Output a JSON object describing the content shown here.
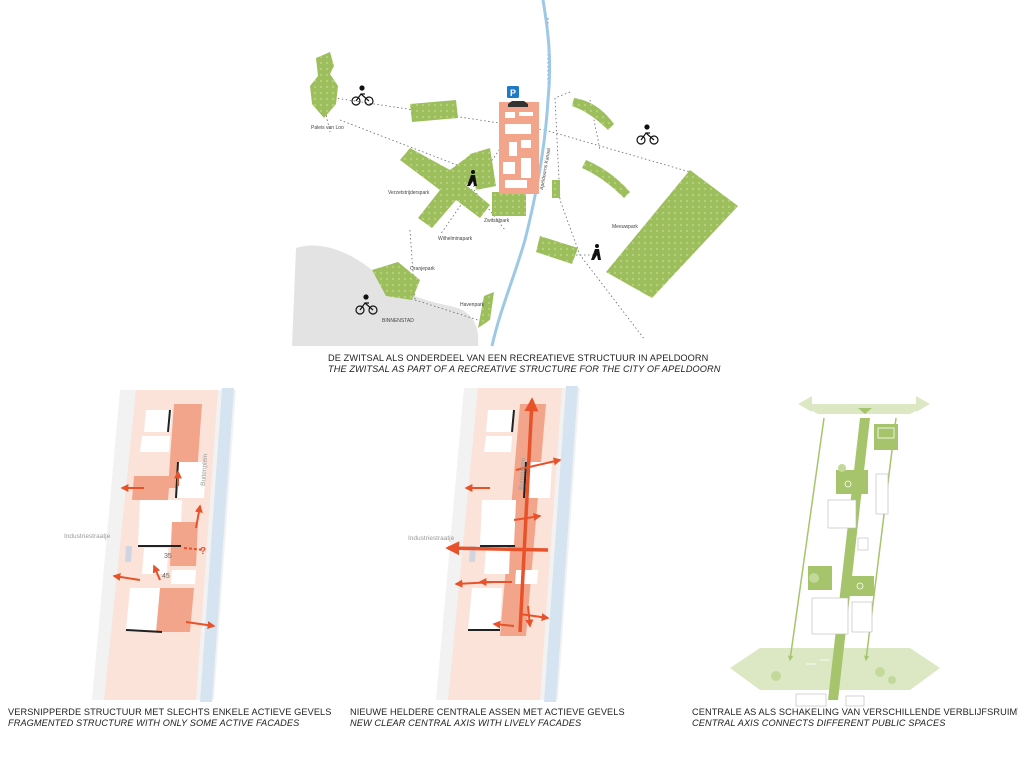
{
  "map": {
    "park_labels": {
      "paleis": "Paleis van Loo",
      "verzetstrijders": "Verzetstrijderspark",
      "wilhelmina": "Wilhelminapark",
      "oranje": "Oranjepark",
      "zwitsal": "Zwitsalpark",
      "havenpark": "Havenpark",
      "meeuwpark": "Meeuwpark",
      "kanaal": "Apeldoorns Kanaal",
      "binnenstad": "BINNENSTAD",
      "parking": "P"
    },
    "caption_nl": "DE ZWITSAL ALS ONDERDEEL VAN EEN RECREATIEVE STRUCTUUR IN APELDOORN",
    "caption_en": "THE ZWITSAL AS PART OF A RECREATIVE STRUCTURE FOR THE CITY OF APELDOORN"
  },
  "diagrams": [
    {
      "street": "Industriestraatje",
      "lane": "Buitenplein",
      "numbers": [
        "35",
        "45"
      ],
      "question": "?",
      "caption_nl": "VERSNIPPERDE STRUCTUUR MET SLECHTS ENKELE ACTIEVE GEVELS",
      "caption_en": "FRAGMENTED STRUCTURE WITH ONLY SOME ACTIVE FACADES"
    },
    {
      "street": "Industriestraatje",
      "lane": "Buitenplein",
      "caption_nl": "NIEUWE HELDERE  CENTRALE ASSEN MET ACTIEVE GEVELS",
      "caption_en": "NEW CLEAR CENTRAL AXIS WITH LIVELY FACADES"
    },
    {
      "caption_nl": "CENTRALE AS ALS SCHAKELING VAN VERSCHILLENDE VERBLIJFSRUIMTEN",
      "caption_en": "CENTRAL AXIS CONNECTS DIFFERENT PUBLIC SPACES"
    }
  ],
  "colors": {
    "park_green": "#9dbe5c",
    "site_salmon": "#f2a58a",
    "canal_blue": "#9ec9e6",
    "city_grey": "#e3e3e3",
    "diagram_pink": "#fbe3da",
    "arrow_orange": "#e8522a",
    "axis_green": "#a6c46b",
    "axis_light": "#dce8c4",
    "parking_blue": "#1e7ac4"
  },
  "icons": [
    "bicycle-icon",
    "pedestrian-icon",
    "parking-icon",
    "car-icon",
    "tree-icon",
    "bench-icon"
  ]
}
